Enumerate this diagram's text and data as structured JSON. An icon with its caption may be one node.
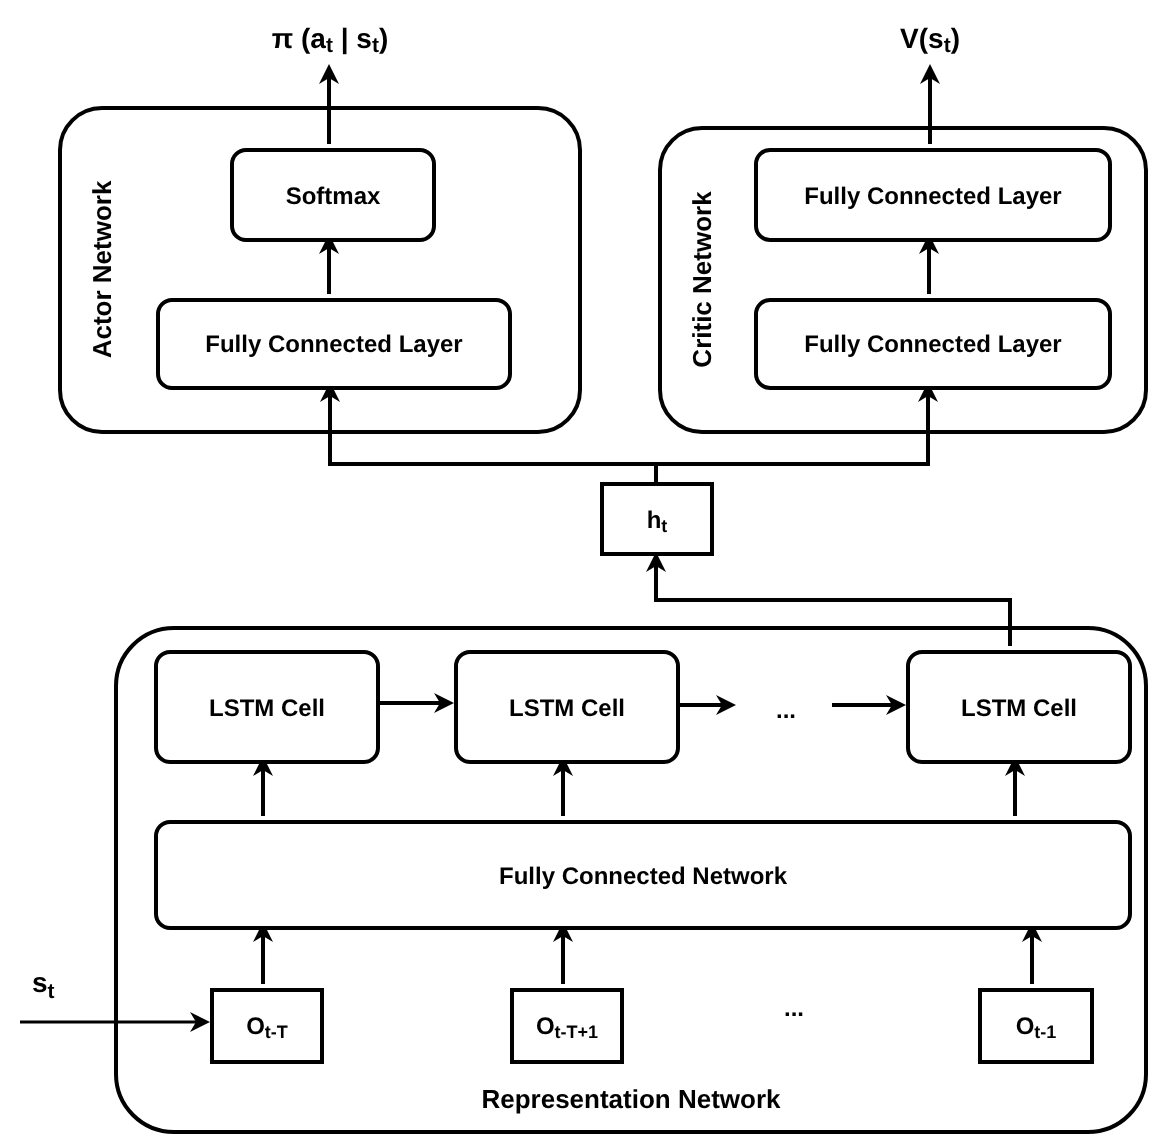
{
  "diagram": {
    "nodes": [
      {
        "text": [
          "Actor Network"
        ]
      },
      {
        "text": [
          "Softmax"
        ],
        "in": 0
      },
      {
        "text": [
          "Fully Connected Layer"
        ],
        "in": 0
      },
      {
        "text": [
          "Critic Network"
        ]
      },
      {
        "text": [
          "Fully Connected Layer"
        ],
        "in": 3
      },
      {
        "text": [
          "Fully Connected Layer"
        ],
        "in": 3
      },
      {
        "text": [
          "h$_{t}$"
        ]
      },
      {
        "text": [
          "Representation Network"
        ]
      },
      {
        "text": [
          "LSTM Cell"
        ],
        "in": 7
      },
      {
        "text": [
          "LSTM Cell"
        ],
        "in": 7
      },
      {
        "text": [
          "..."
        ],
        "in": 7
      },
      {
        "text": [
          "LSTM Cell"
        ],
        "in": 7
      },
      {
        "text": [
          "Fully Connected Network"
        ],
        "in": 7
      },
      {
        "text": [
          "O$_{t-T}$"
        ],
        "in": 7
      },
      {
        "text": [
          "O$_{t-T+1}$"
        ],
        "in": 7
      },
      {
        "text": [
          "O$_{t-1}$"
        ],
        "in": 7
      },
      {
        "text": [
          "π (a$_{t}$ | s$_{t}$)"
        ]
      },
      {
        "text": [
          "V(s$_{t}$)"
        ]
      }
    ],
    "edges": [
      {
        "from": 2,
        "to": 1,
        "arrow": "to"
      },
      {
        "from": 1,
        "to": 16,
        "arrow": "to"
      },
      {
        "from": 5,
        "to": 4,
        "arrow": "to"
      },
      {
        "from": 4,
        "to": 17,
        "arrow": "to"
      },
      {
        "from": 6,
        "to": 2,
        "arrow": "to"
      },
      {
        "from": 6,
        "to": 5,
        "arrow": "to"
      },
      {
        "from": 11,
        "to": 6,
        "arrow": "to"
      },
      {
        "from": 8,
        "to": 9,
        "arrow": "to"
      },
      {
        "from": 9,
        "to": 10,
        "arrow": "to"
      },
      {
        "from": 10,
        "to": 11,
        "arrow": "to"
      },
      {
        "from": 12,
        "to": 8,
        "arrow": "to"
      },
      {
        "from": 12,
        "to": 9,
        "arrow": "to"
      },
      {
        "from": 12,
        "to": 11,
        "arrow": "to"
      },
      {
        "from": 13,
        "to": 12,
        "arrow": "to"
      },
      {
        "from": 14,
        "to": 12,
        "arrow": "to"
      },
      {
        "from": 15,
        "to": 12,
        "arrow": "to"
      },
      {
        "from": null,
        "to": 13,
        "arrow": "to",
        "label": "s$_{t}$"
      }
    ],
    "labels": [
      "..."
    ]
  }
}
